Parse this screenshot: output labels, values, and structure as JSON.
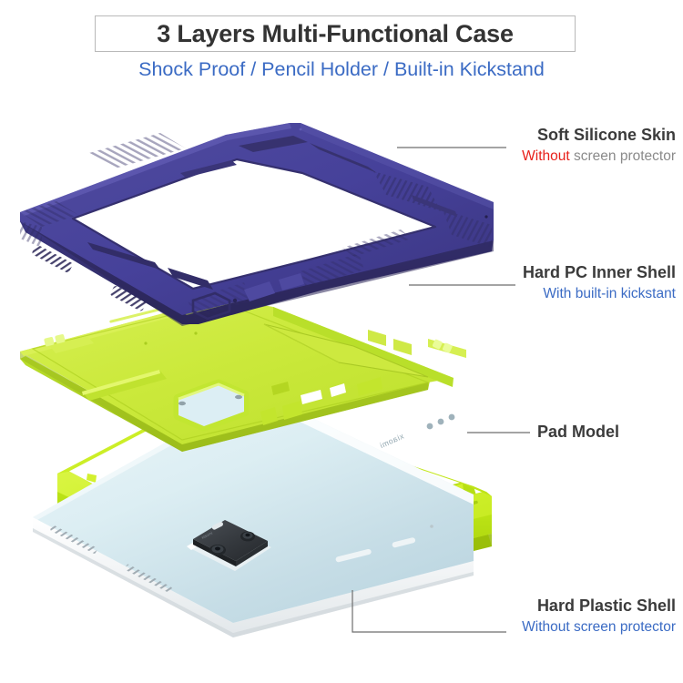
{
  "header": {
    "title": "3 Layers Multi-Functional Case",
    "subtitle": "Shock Proof / Pencil Holder / Built-in Kickstand",
    "subtitle_color": "#3b6bc4",
    "title_border_color": "#b9b9b9"
  },
  "callouts": [
    {
      "id": "soft-silicone-skin",
      "title": "Soft Silicone Skin",
      "sub_prefix": "Without",
      "sub_prefix_color": "#e8201a",
      "sub_rest": " screen protector",
      "sub_rest_color": "#8a8a8a",
      "sub_all_blue": false
    },
    {
      "id": "hard-pc-inner-shell",
      "title": "Hard PC Inner Shell",
      "sub_prefix": "",
      "sub_rest": "With built-in kickstant",
      "sub_all_blue": true
    },
    {
      "id": "pad-model",
      "title": "Pad Model",
      "sub_prefix": "",
      "sub_rest": "",
      "sub_all_blue": false
    },
    {
      "id": "hard-plastic-shell",
      "title": "Hard Plastic Shell",
      "sub_prefix": "",
      "sub_rest": "Without screen protector",
      "sub_all_blue": true
    }
  ],
  "product": {
    "brand_text": "xiaomi",
    "layers": [
      {
        "name": "soft-silicone-skin",
        "material": "silicone",
        "color": "#413d8f"
      },
      {
        "name": "hard-pc-inner-shell",
        "material": "hard-pc",
        "color": "#c9e93c"
      },
      {
        "name": "pad-model",
        "material": "tablet",
        "color": "#cfe3ea"
      },
      {
        "name": "hard-plastic-shell",
        "material": "hard-plastic",
        "color": "#cdee26"
      }
    ]
  },
  "colors": {
    "purple_top": "#4a4596",
    "purple_side": "#383274",
    "purple_dark": "#2e2a60",
    "green_top": "#cbe93b",
    "green_side": "#b2d425",
    "green_dark": "#9dbd1c",
    "green_bumper_top": "#cdee26",
    "green_bumper_side": "#aed412",
    "tablet_top": "#d4e6ec",
    "tablet_mid": "#eaf4f6",
    "tablet_edge": "#ffffff",
    "camera_body": "#3b3f44",
    "leader_line": "#6d6d6d",
    "text_dark": "#3b3b3b",
    "text_gray": "#8a8a8a",
    "blue": "#3b6bc4",
    "red": "#e8201a"
  }
}
